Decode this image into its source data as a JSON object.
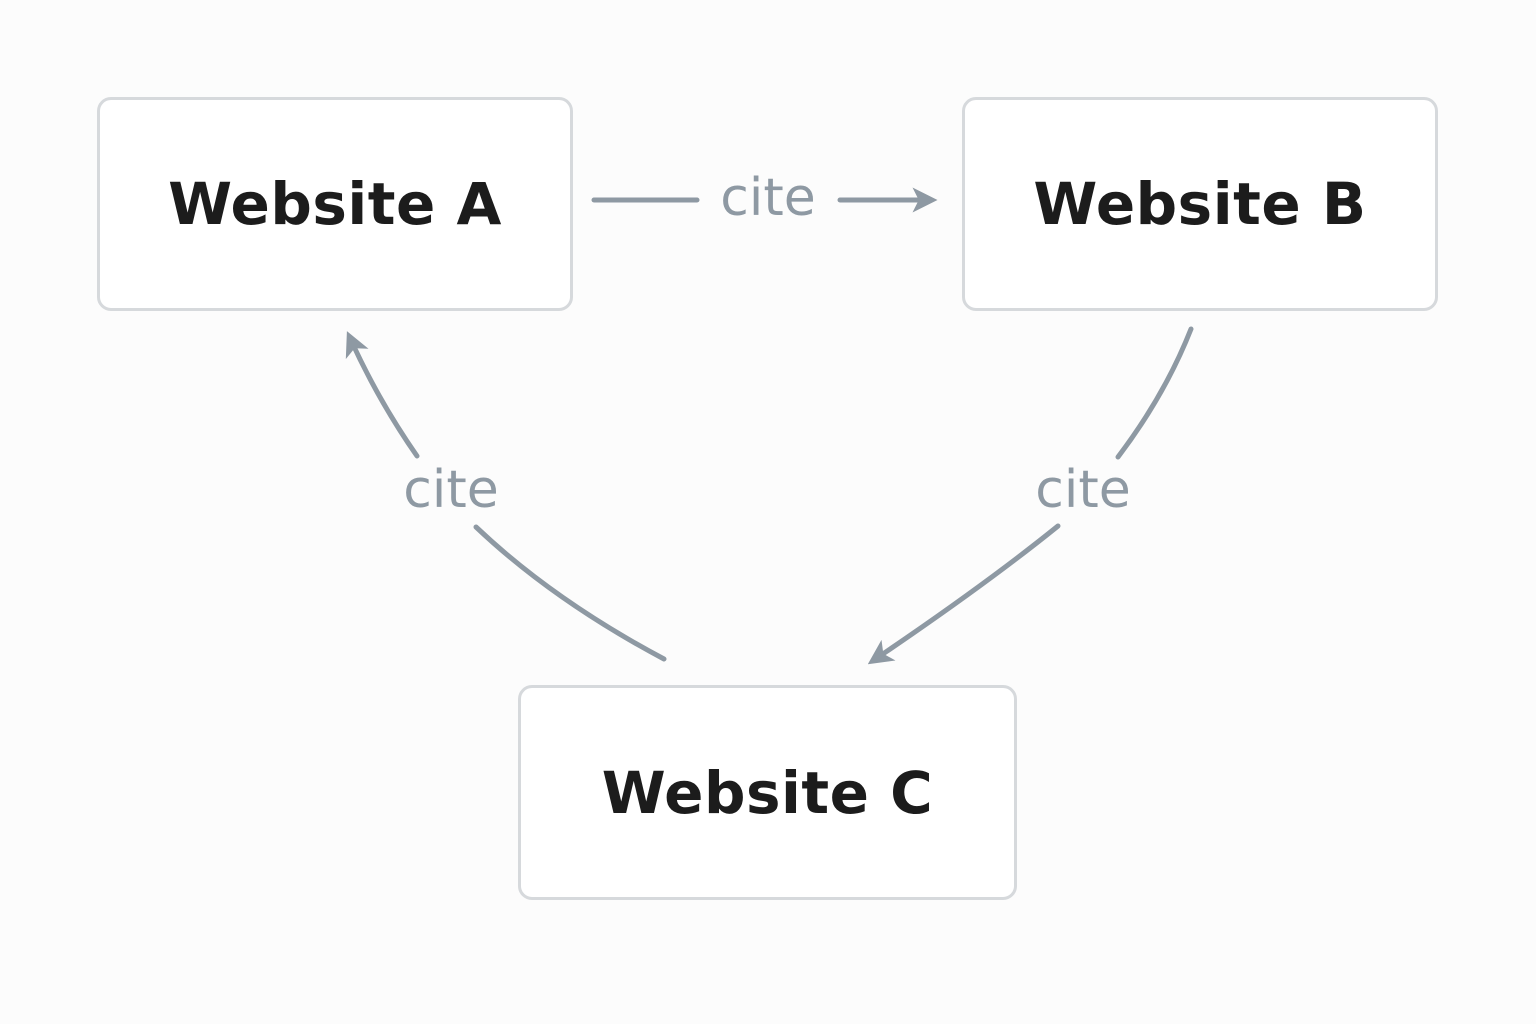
{
  "nodes": {
    "a": {
      "label": "Website A"
    },
    "b": {
      "label": "Website B"
    },
    "c": {
      "label": "Website C"
    }
  },
  "edges": {
    "a_to_b": {
      "label": "cite"
    },
    "b_to_c": {
      "label": "cite"
    },
    "c_to_a": {
      "label": "cite"
    }
  },
  "colors": {
    "arrow": "#8e99a3",
    "box_border": "#d6d9dc",
    "text": "#1c1c1c"
  }
}
